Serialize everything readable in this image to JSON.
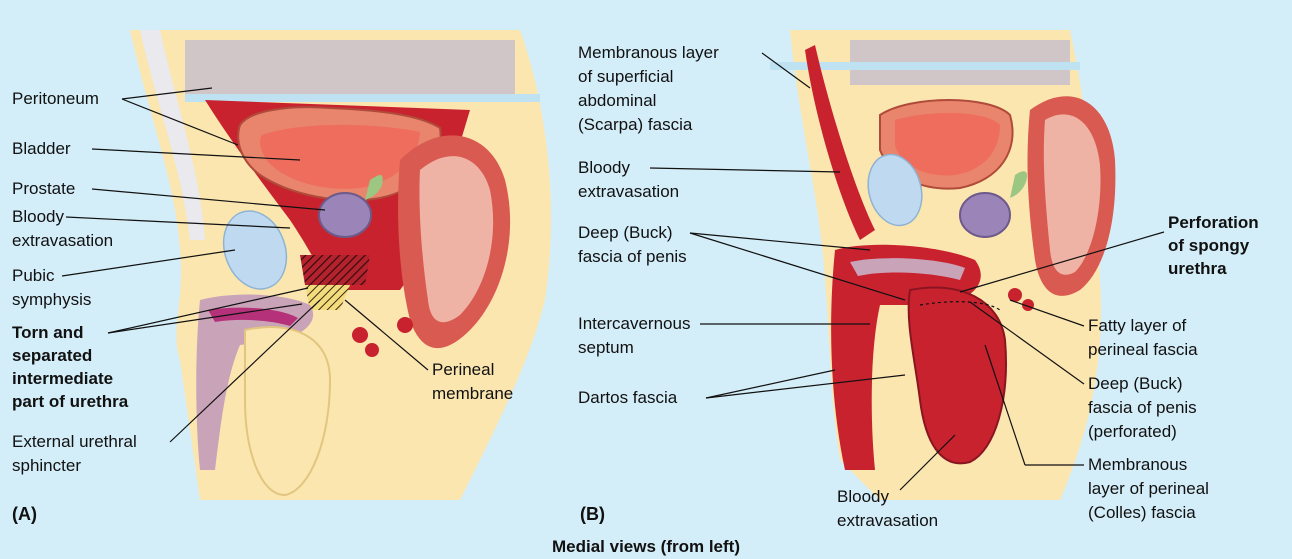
{
  "panel_a": {
    "letter": "(A)",
    "labels": {
      "peritoneum": "Peritoneum",
      "bladder": "Bladder",
      "prostate": "Prostate",
      "bloody_extravasation": [
        "Bloody",
        "extravasation"
      ],
      "pubic_symphysis": [
        "Pubic",
        "symphysis"
      ],
      "torn_urethra": [
        "Torn and",
        "separated",
        "intermediate",
        "part of urethra"
      ],
      "external_sphincter": [
        "External urethral",
        "sphincter"
      ],
      "perineal_membrane": [
        "Perineal",
        "membrane"
      ]
    }
  },
  "panel_b": {
    "letter": "(B)",
    "labels": {
      "scarpa": [
        "Membranous layer",
        "of superficial",
        "abdominal",
        "(Scarpa) fascia"
      ],
      "bloody_extravasation_upper": [
        "Bloody",
        "extravasation"
      ],
      "deep_buck": [
        "Deep (Buck)",
        "fascia of penis"
      ],
      "intercavernous": [
        "Intercavernous",
        "septum"
      ],
      "dartos": "Dartos fascia",
      "bloody_extravasation_lower": [
        "Bloody",
        "extravasation"
      ],
      "perforation": [
        "Perforation",
        "of spongy",
        "urethra"
      ],
      "fatty_layer": [
        "Fatty layer of",
        "perineal fascia"
      ],
      "deep_buck_perforated": [
        "Deep (Buck)",
        "fascia of penis",
        "(perforated)"
      ],
      "colles": [
        "Membranous",
        "layer of perineal",
        "(Colles) fascia"
      ]
    }
  },
  "caption": "Medial views (from left)"
}
